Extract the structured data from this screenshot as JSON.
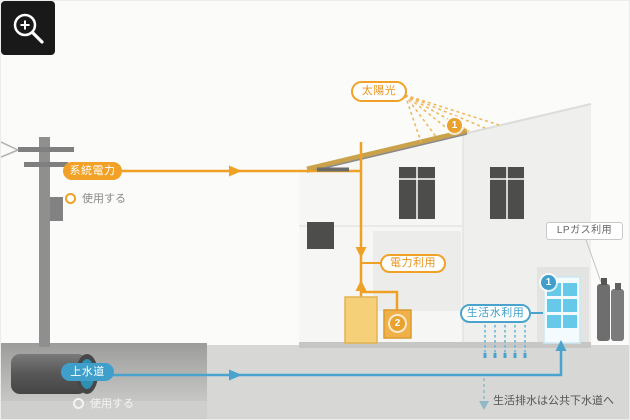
{
  "zoom_button": {
    "name": "zoom"
  },
  "grid_power": {
    "label": "系統電力",
    "use_label": "使用する"
  },
  "solar": {
    "label": "太陽光",
    "marker": "1"
  },
  "power_use": {
    "label": "電力利用"
  },
  "storage": {
    "marker": "2"
  },
  "lp_gas": {
    "label": "LPガス利用"
  },
  "water_heater": {
    "marker": "1"
  },
  "domestic_water": {
    "label": "生活水利用"
  },
  "water_supply": {
    "label": "上水道",
    "use_label": "使用する"
  },
  "drainage": {
    "note": "生活排水は公共下水道へ"
  },
  "colors": {
    "orange": "#f0a126",
    "blue": "#4aa3cc",
    "pipe_water": "#2e8fb0",
    "ground": "#d7d7d6"
  }
}
